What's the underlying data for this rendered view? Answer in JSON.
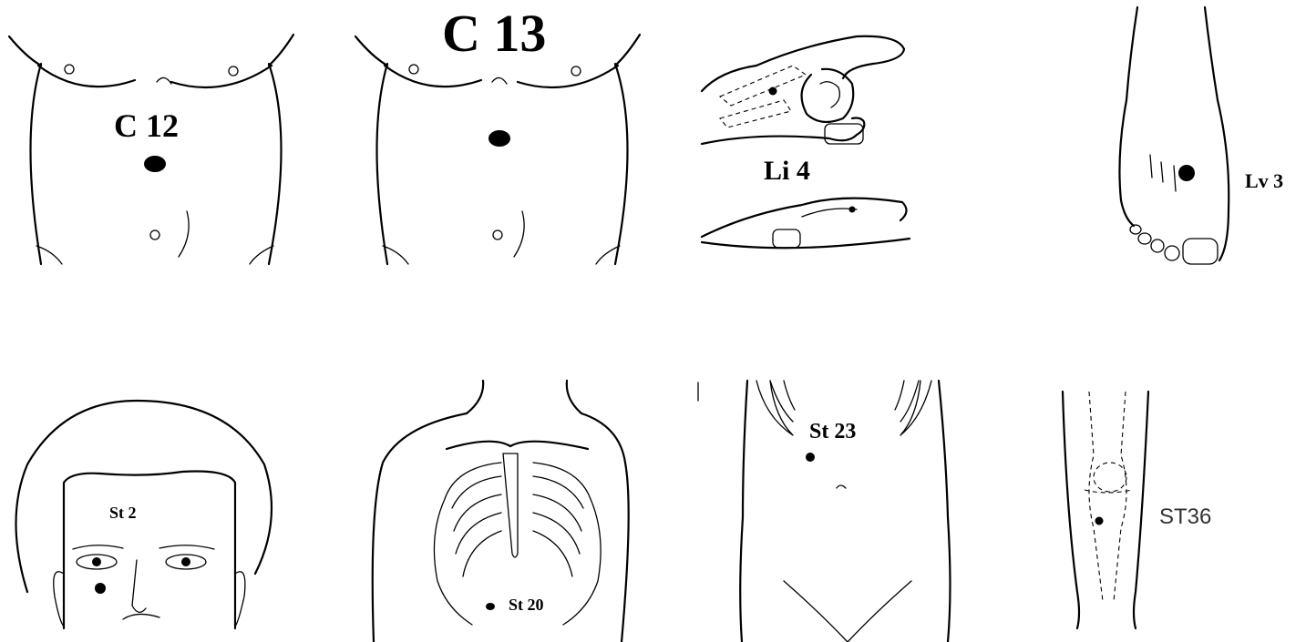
{
  "points": [
    {
      "id": "c12",
      "label": "C 12"
    },
    {
      "id": "c13",
      "label": "C 13"
    },
    {
      "id": "li4",
      "label": "Li 4"
    },
    {
      "id": "lv3",
      "label": "Lv 3"
    },
    {
      "id": "st2",
      "label": "St 2"
    },
    {
      "id": "st20",
      "label": "St 20"
    },
    {
      "id": "st23",
      "label": "St 23"
    },
    {
      "id": "st36",
      "label": "ST36"
    }
  ]
}
